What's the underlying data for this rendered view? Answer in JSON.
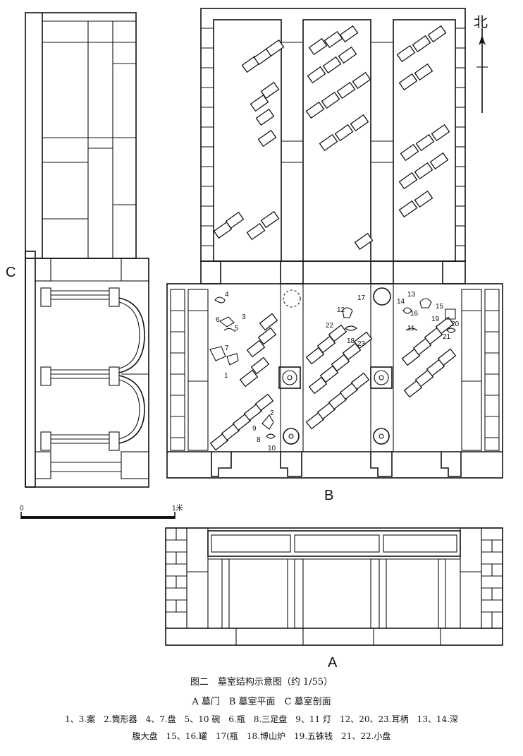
{
  "labels": {
    "north": "北",
    "section_c": "C",
    "plan_b": "B",
    "door_a": "A",
    "scale_zero": "0",
    "scale_one": "1米"
  },
  "item_numbers": [
    "1",
    "2",
    "3",
    "4",
    "5",
    "6",
    "7",
    "8",
    "9",
    "10",
    "11",
    "12",
    "13",
    "14",
    "15",
    "16",
    "17",
    "18",
    "19",
    "20",
    "21",
    "22",
    "23"
  ],
  "caption": {
    "title": "图二　墓室结构示意图（约 1/55）",
    "key": "A 墓门　B 墓室平面　C 墓室剖面",
    "legend_line1": "1、3.案　2.筒形器　4、7.盘　5、10 碗　6.瓶　8.三足盘　9、11 灯　12、20、23.耳柄　13、14.深",
    "legend_line2": "腹大盘　15、16.罐　17(瓶　18.博山炉　19.五铢钱　21、22.小盘"
  }
}
